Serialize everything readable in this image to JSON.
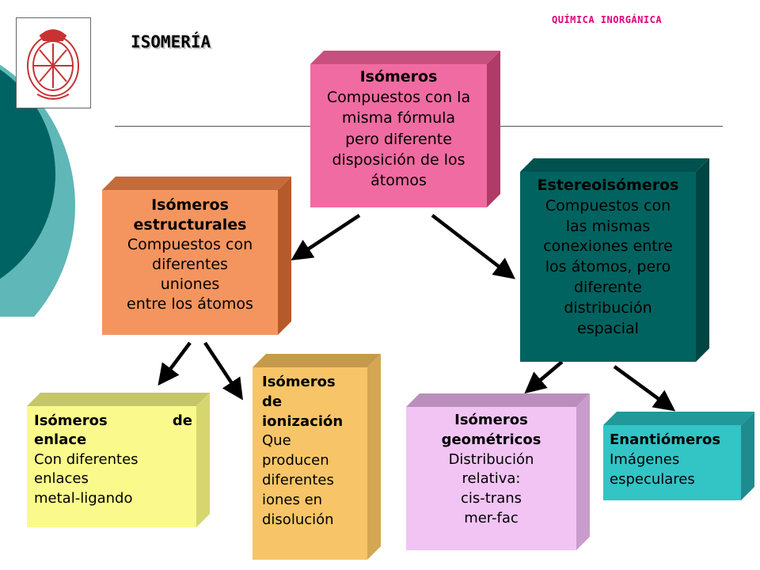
{
  "header": {
    "subject": "QUÍMICA INORGÁNICA",
    "title": "ISOMERÍA"
  },
  "colors": {
    "teal_dark": "#006363",
    "teal_light": "#5fb7b7",
    "pink": "#f06ba1",
    "orange": "#f4955f",
    "dark_teal_box": "#00635f",
    "yellow": "#fafa8c",
    "gold": "#f7c567",
    "lilac": "#f1c4f4",
    "cyan": "#33c4c6",
    "seal_red": "#c83232"
  },
  "boxes": {
    "isomeros": {
      "title": "Isómeros",
      "lines": [
        "Compuestos con la",
        "misma fórmula",
        "pero diferente",
        "disposición de los",
        "átomos"
      ]
    },
    "estructurales": {
      "title1": "Isómeros",
      "title2": "estructurales",
      "lines": [
        "Compuestos con",
        "diferentes",
        "uniones",
        "entre los átomos"
      ]
    },
    "estereo": {
      "title": "Estereoisómeros",
      "lines": [
        "Compuestos con",
        "las mismas",
        "conexiones entre",
        "los átomos, pero",
        "diferente",
        "distribución",
        "espacial"
      ]
    },
    "enlace": {
      "title_a": "Isómeros",
      "title_b": "de",
      "title_c": "enlace",
      "lines": [
        "Con diferentes",
        "enlaces",
        "metal-ligando"
      ]
    },
    "ionizacion": {
      "title_a": "Isómeros",
      "title_b": "de",
      "title_c": "ionización",
      "lines": [
        "Que",
        "producen",
        "diferentes",
        "iones en",
        "disolución"
      ]
    },
    "geometricos": {
      "title1": "Isómeros",
      "title2": "geométricos",
      "lines": [
        "Distribución",
        "relativa:",
        "cis-trans",
        "mer-fac"
      ]
    },
    "enantiomeros": {
      "title": "Enantiómeros",
      "lines": [
        "Imágenes",
        "especulares"
      ]
    }
  }
}
